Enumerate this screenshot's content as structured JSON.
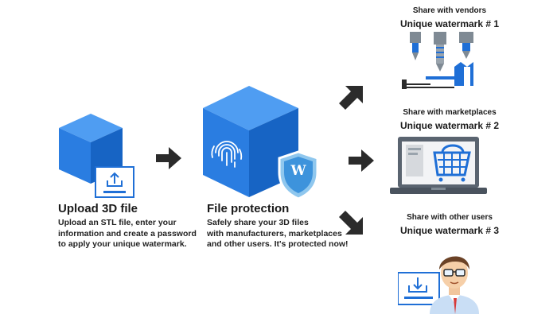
{
  "colors": {
    "cube_top": "#4f9df2",
    "cube_left": "#2a7de1",
    "cube_right": "#1764c4",
    "arrow": "#2b2b2b",
    "icon_blue": "#1f6fd6",
    "steel": "#7f8a94"
  },
  "step1": {
    "title": "Upload 3D file",
    "desc_lines": [
      "Upload an STL file, enter your",
      "information and create a password",
      "to apply your unique watermark."
    ],
    "icons": [
      "cube-icon",
      "upload-icon"
    ]
  },
  "step2": {
    "title": "File protection",
    "desc_lines": [
      "Safely share your 3D files",
      "with manufacturers, marketplaces",
      "and other users. It's protected now!"
    ],
    "shield_letter": "W",
    "icons": [
      "cube-icon",
      "fingerprint-icon",
      "shield-icon"
    ]
  },
  "targets": [
    {
      "share": "Share with vendors",
      "watermark": "Unique watermark # 1",
      "icon": "nozzles-icon"
    },
    {
      "share": "Share with marketplaces",
      "watermark": "Unique watermark # 2",
      "icon": "laptop-cart-icon"
    },
    {
      "share": "Share with other users",
      "watermark": "Unique watermark # 3",
      "icon": "user-avatar-icon"
    }
  ]
}
